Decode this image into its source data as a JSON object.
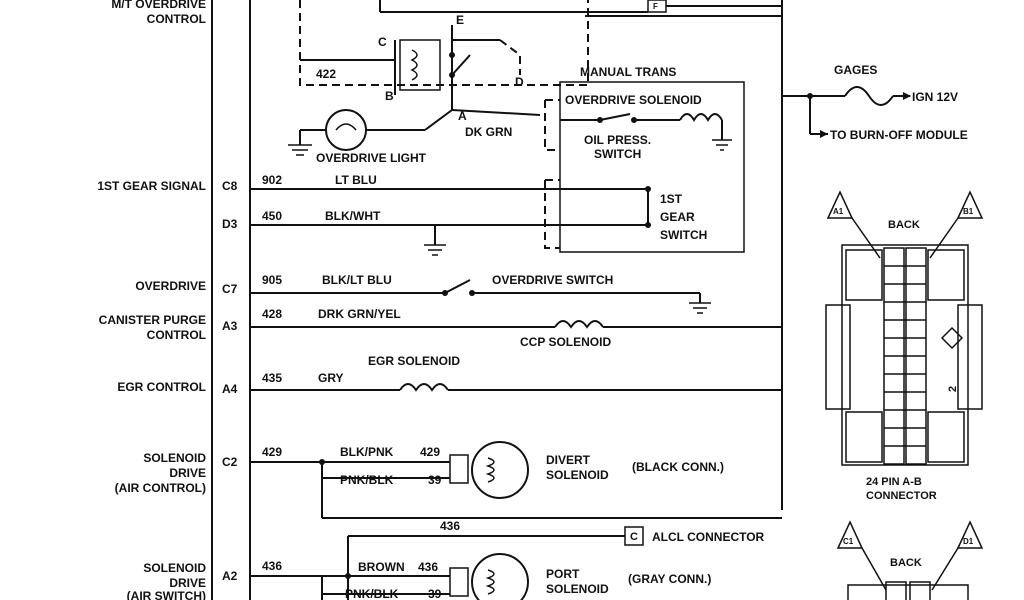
{
  "labels": {
    "mt_overdrive_control": [
      "M/T OVERDRIVE",
      "CONTROL"
    ],
    "first_gear_signal": "1ST GEAR SIGNAL",
    "overdrive": "OVERDRIVE",
    "canister_purge_control": [
      "CANISTER PURGE",
      "CONTROL"
    ],
    "egr_control": "EGR CONTROL",
    "solenoid_drive_air_control": [
      "SOLENOID",
      "DRIVE",
      "(AIR CONTROL)"
    ],
    "solenoid_drive_air_switch": [
      "SOLENOID",
      "DRIVE",
      "(AIR SWITCH)"
    ]
  },
  "pins": [
    "C8",
    "D3",
    "C7",
    "A3",
    "A4",
    "C2",
    "A2"
  ],
  "circuits": [
    "422",
    "902",
    "450",
    "905",
    "428",
    "435",
    "429",
    "436"
  ],
  "wires": {
    "lt_blu": "LT BLU",
    "blk_wht": "BLK/WHT",
    "blk_lt_blu": "BLK/LT BLU",
    "drk_grn_yel": "DRK GRN/YEL",
    "gry": "GRY",
    "blk_pnk": "BLK/PNK",
    "pnk_blk": "PNK/BLK",
    "brown": "BROWN",
    "dk_grn": "DK GRN"
  },
  "relay_terminals": [
    "C",
    "E",
    "D",
    "B",
    "A"
  ],
  "terminal_f": "F",
  "terminal_c": "C",
  "numbers": {
    "n429": "429",
    "n39": "39",
    "n436": "436",
    "n39b": "39"
  },
  "components": {
    "overdrive_light": "OVERDRIVE LIGHT",
    "manual_trans": "MANUAL TRANS",
    "overdrive_solenoid": "OVERDRIVE SOLENOID",
    "oil_press_switch": [
      "OIL PRESS.",
      "SWITCH"
    ],
    "first_gear_switch": [
      "1ST",
      "GEAR",
      "SWITCH"
    ],
    "overdrive_switch": "OVERDRIVE SWITCH",
    "ccp_solenoid": "CCP SOLENOID",
    "egr_solenoid": "EGR SOLENOID",
    "divert_solenoid": [
      "DIVERT",
      "SOLENOID"
    ],
    "black_conn": "(BLACK CONN.)",
    "port_solenoid": [
      "PORT",
      "SOLENOID"
    ],
    "gray_conn": "(GRAY CONN.)",
    "alcl_connector": "ALCL CONNECTOR",
    "gages": "GAGES",
    "ign_12v": "IGN 12V",
    "to_burn_off": "TO BURN-OFF MODULE"
  },
  "connector_a_b": {
    "back": "BACK",
    "tri_left": "A1",
    "tri_right": "B1",
    "caption": [
      "24 PIN A-B",
      "CONNECTOR"
    ],
    "side_mark": "2"
  },
  "connector_c_d": {
    "back": "BACK",
    "tri_left": "C1",
    "tri_right": "D1"
  }
}
